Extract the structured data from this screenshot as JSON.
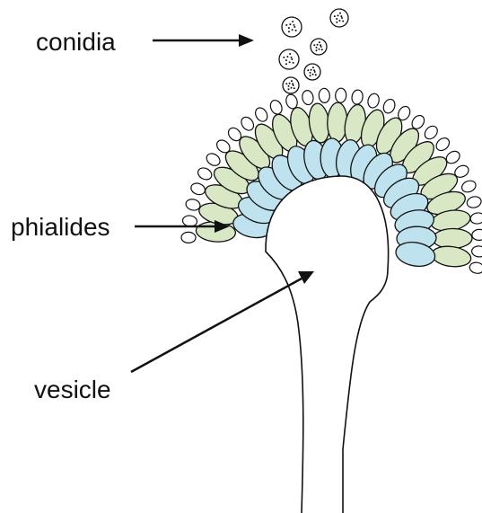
{
  "labels": {
    "conidia": "conidia",
    "phialides": "phialides",
    "vesicle": "vesicle"
  },
  "colors": {
    "outline": "#111111",
    "phialide_fill": "#d9e8c4",
    "metula_fill": "#bfe3ee",
    "vesicle_fill": "#ffffff",
    "background": "#ffffff"
  },
  "icons": {
    "arrow": "arrow-right",
    "conidium": "spotted-circle"
  }
}
